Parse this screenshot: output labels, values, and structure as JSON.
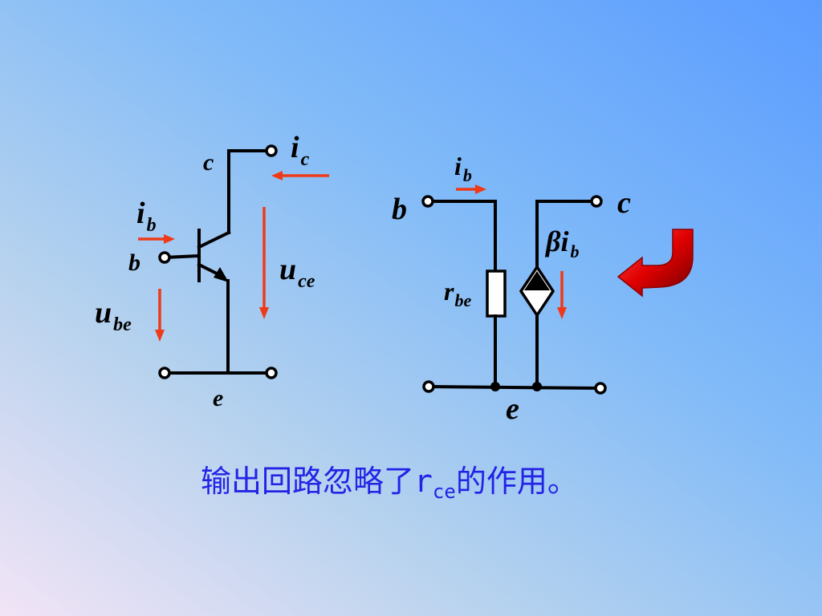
{
  "left_circuit": {
    "collector_label": "c",
    "base_label": "b",
    "emitter_label": "e",
    "ic_main": "i",
    "ic_sub": "c",
    "ib_main": "i",
    "ib_sub": "b",
    "uce_main": "u",
    "uce_sub": "ce",
    "ube_main": "u",
    "ube_sub": "be"
  },
  "right_circuit": {
    "base_label": "b",
    "collector_label": "c",
    "emitter_label": "e",
    "ib_main": "i",
    "ib_sub": "b",
    "rbe_main": "r",
    "rbe_sub": "be",
    "beta_symbol": "β",
    "beta_ib_main": "i",
    "beta_ib_sub": "b"
  },
  "caption": {
    "before": "输出回路忽略了",
    "r": "r",
    "r_sub": "ce",
    "after": "的作用。"
  },
  "colors": {
    "arrow": "#ee3a18",
    "caption": "#2323e6",
    "curved_arrow": "#d40000"
  }
}
